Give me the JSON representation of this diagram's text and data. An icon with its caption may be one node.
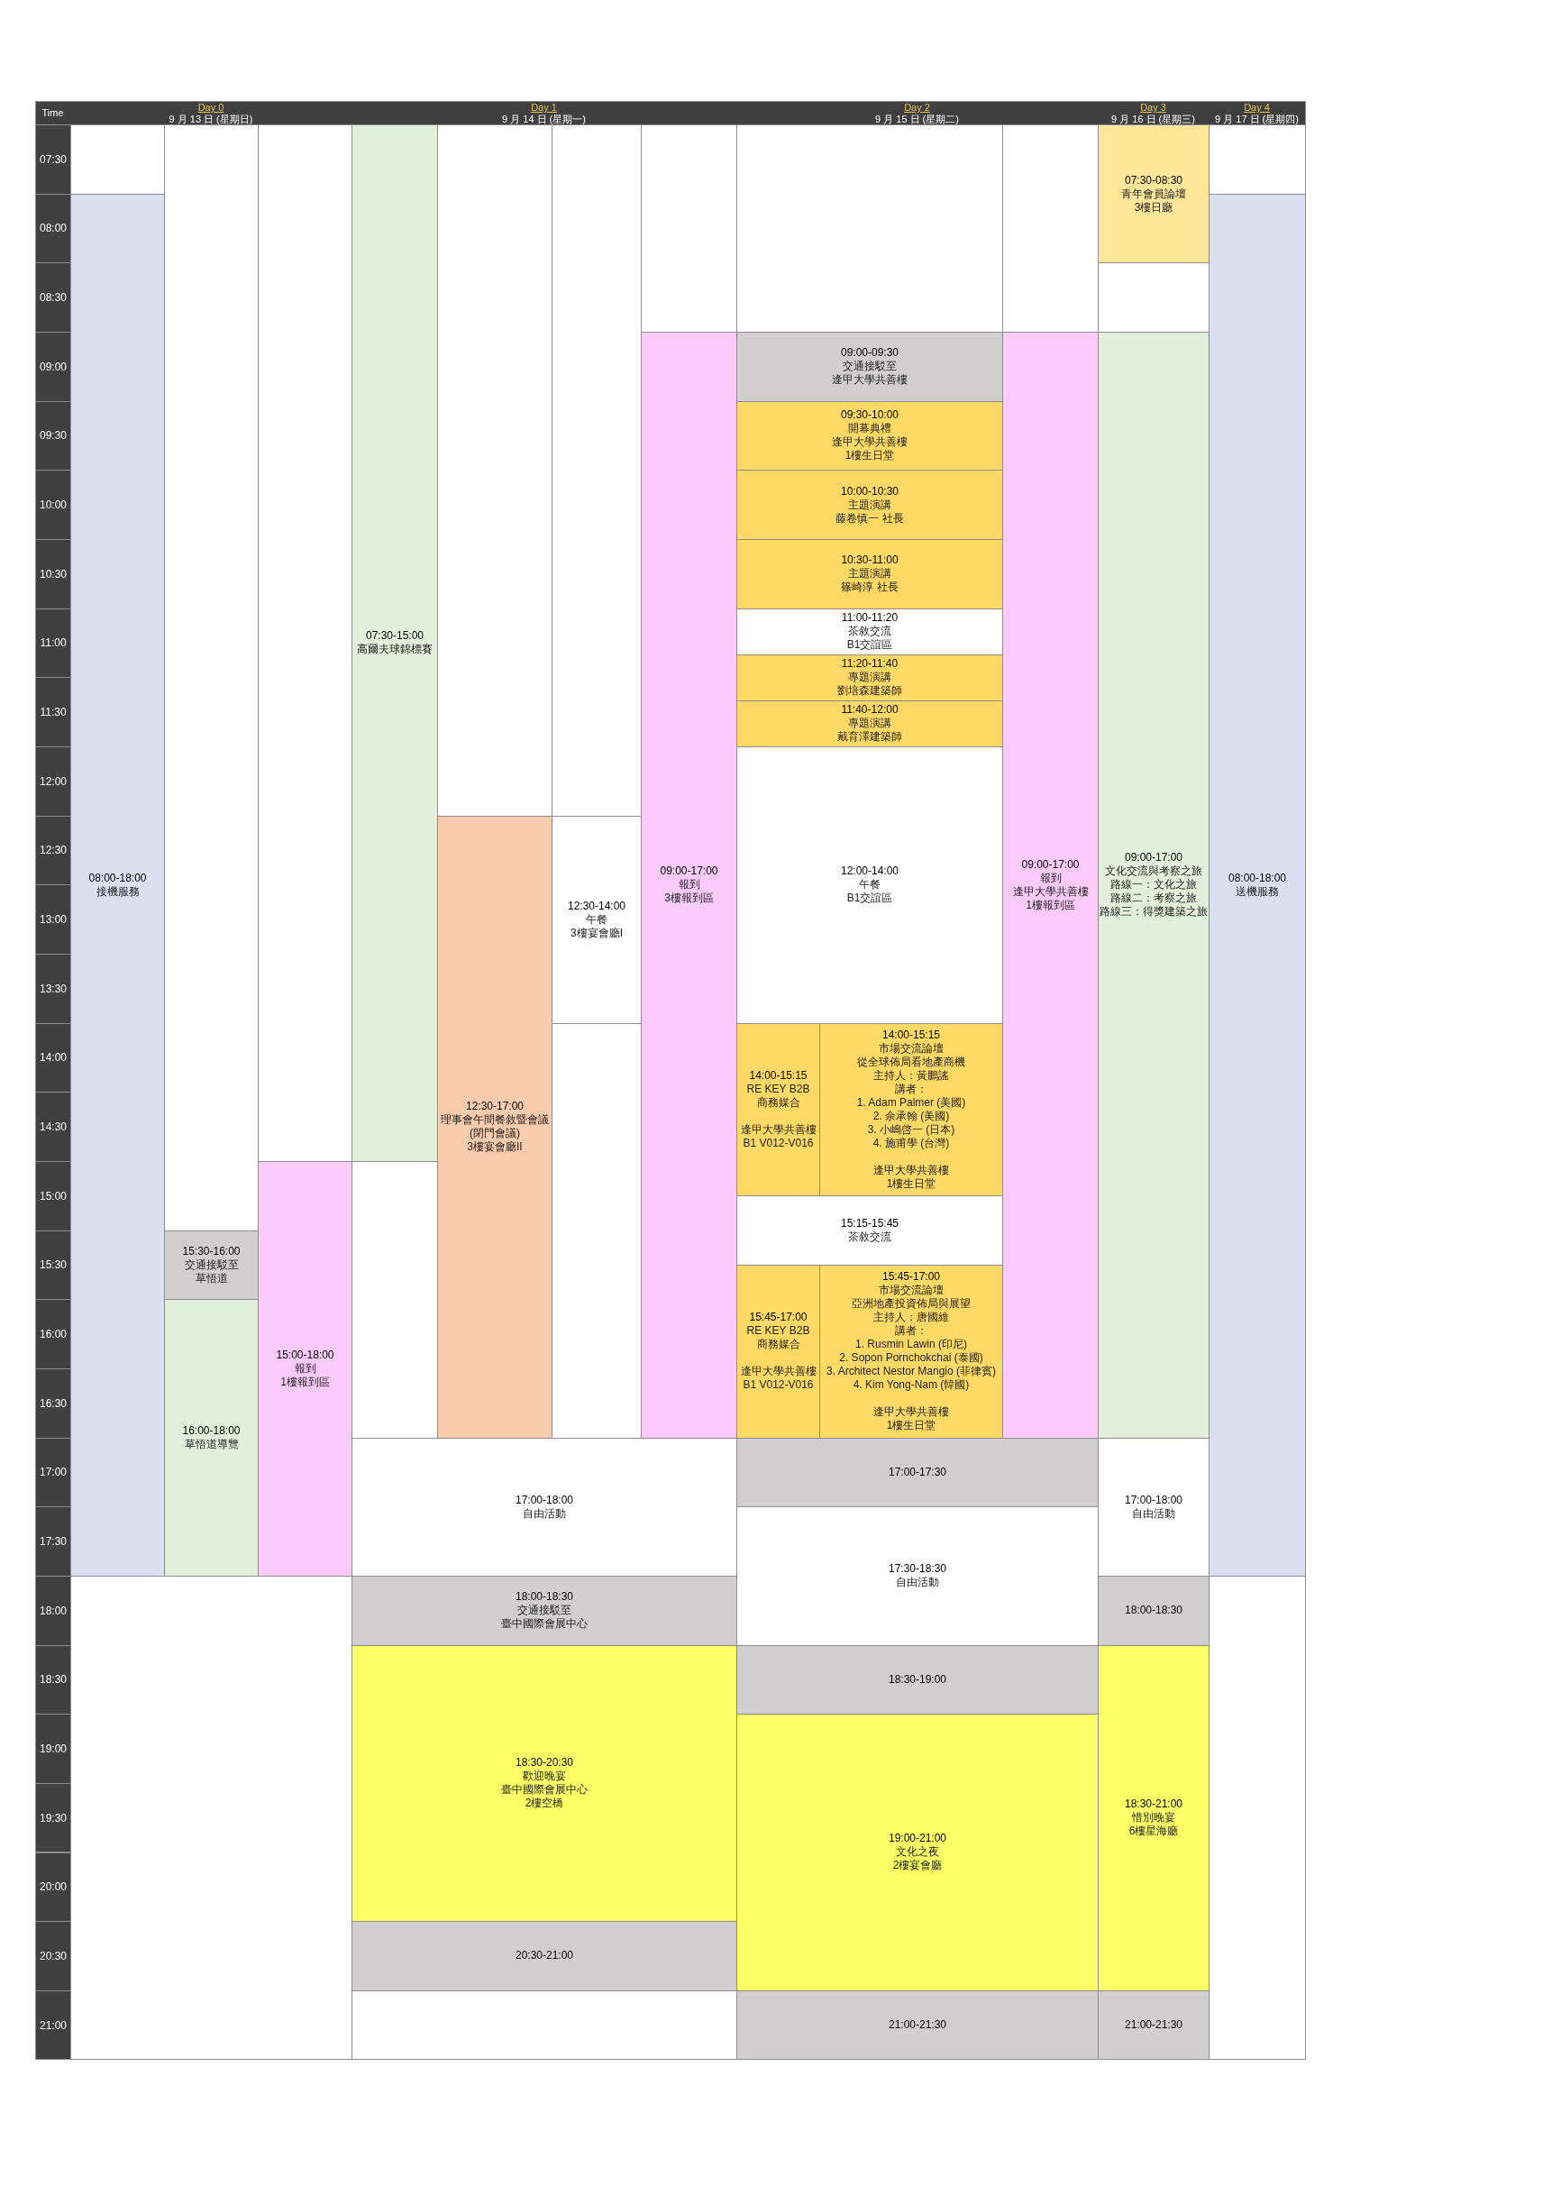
{
  "diagram": {
    "nodes": [
      {
        "text": [
          "07:30-15:00",
          "高爾夫球錦標賽"
        ]
      },
      {
        "text": [
          "07:30-08:30",
          "青年會員論壇",
          "3樓日廳"
        ]
      },
      {
        "text": [
          "08:00-18:00",
          "接機服務"
        ]
      },
      {
        "text": [
          "08:00-18:00",
          "送機服務"
        ]
      },
      {
        "text": [
          "09:00-17:00",
          "報到",
          "3樓報到區"
        ]
      },
      {
        "text": [
          "09:00-09:30",
          "交通接駁至",
          "逢甲大學共善樓"
        ]
      },
      {
        "text": [
          "09:00-17:00",
          "報到",
          "逢甲大學共善樓",
          "1樓報到區"
        ]
      },
      {
        "text": [
          "09:00-17:00",
          "文化交流與考察之旅",
          "路線一：文化之旅",
          "路線二：考察之旅",
          "路線三：得獎建築之旅"
        ]
      },
      {
        "text": [
          "09:30-10:00",
          "開幕典禮",
          "逢甲大學共善樓",
          "1樓生日堂"
        ]
      },
      {
        "text": [
          "10:00-10:30",
          "主題演講",
          "藤卷慎一 社長"
        ]
      },
      {
        "text": [
          "10:30-11:00",
          "主題演講",
          "篠崎淳 社長"
        ]
      },
      {
        "text": [
          "11:00-11:20",
          "茶敘交流",
          "B1交誼區"
        ]
      },
      {
        "text": [
          "11:20-11:40",
          "專題演講",
          "劉培森建築師"
        ]
      },
      {
        "text": [
          "11:40-12:00",
          "專題演講",
          "戴育澤建築師"
        ]
      },
      {
        "text": [
          "12:00-14:00",
          "午餐",
          "B1交誼區"
        ]
      },
      {
        "text": [
          "12:30-17:00",
          "理事會午間餐敘暨會議",
          "(閉門會議)",
          "3樓宴會廳II"
        ]
      },
      {
        "text": [
          "12:30-14:00",
          "午餐",
          "3樓宴會廳I"
        ]
      },
      {
        "text": [
          "14:00-15:15",
          "RE KEY B2B",
          "商務媒合",
          "逢甲大學共善樓",
          "B1 V012-V016"
        ]
      },
      {
        "text": [
          "14:00-15:15",
          "市場交流論壇",
          "從全球佈局看地產商機",
          "主持人：黃鵬謠",
          "講者：",
          "1. Adam Palmer (美國)",
          "2. 余承翰 (美國)",
          "3. 小嶋啓一 (日本)",
          "4. 施甫學 (台灣)",
          "逢甲大學共善樓",
          "1樓生日堂"
        ]
      },
      {
        "text": [
          "15:00-18:00",
          "報到",
          "1樓報到區"
        ]
      },
      {
        "text": [
          "15:15-15:45",
          "茶敘交流"
        ]
      },
      {
        "text": [
          "15:30-16:00",
          "交通接駁至",
          "草悟道"
        ]
      },
      {
        "text": [
          "15:45-17:00",
          "RE KEY B2B",
          "商務媒合",
          "逢甲大學共善樓",
          "B1 V012-V016"
        ]
      },
      {
        "text": [
          "15:45-17:00",
          "市場交流論壇",
          "亞洲地產投資佈局與展望",
          "主持人：唐國維",
          "講者：",
          "1. Rusmin Lawin (印尼)",
          "2. Sopon Pornchokchai (泰國)",
          "3. Architect Nestor Mangio (菲律賓)",
          "4. Kim Yong-Nam (韓國)",
          "逢甲大學共善樓",
          "1樓生日堂"
        ]
      },
      {
        "text": [
          "16:00-18:00",
          "草悟道導覽"
        ]
      },
      {
        "text": [
          "17:00-18:00",
          "自由活動"
        ]
      },
      {
        "text": [
          "17:00-17:30"
        ]
      },
      {
        "text": [
          "17:00-18:00",
          "自由活動"
        ]
      },
      {
        "text": [
          "17:30-18:30",
          "自由活動"
        ]
      },
      {
        "text": [
          "18:00-18:30",
          "交通接駁至",
          "臺中國際會展中心"
        ]
      },
      {
        "text": [
          "18:00-18:30"
        ]
      },
      {
        "text": [
          "18:30-20:30",
          "歡迎晚宴",
          "臺中國際會展中心",
          "2樓空橋"
        ]
      },
      {
        "text": [
          "18:30-19:00"
        ]
      },
      {
        "text": [
          "18:30-21:00",
          "惜別晚宴",
          "6樓星海廳"
        ]
      },
      {
        "text": [
          "19:00-21:00",
          "文化之夜",
          "2樓宴會廳"
        ]
      },
      {
        "text": [
          "20:30-21:00"
        ]
      },
      {
        "text": [
          "21:00-21:30"
        ]
      },
      {
        "text": [
          "21:00-21:30"
        ]
      }
    ],
    "labels": [
      "Time",
      "Day 0",
      "9 月 13 日 (星期日)",
      "Day 1",
      "9 月 14 日 (星期一)",
      "Day 2",
      "9 月 15 日 (星期二)",
      "Day 3",
      "9 月 16 日 (星期三)",
      "Day 4",
      "9 月 17 日 (星期四)",
      "07:30",
      "08:00",
      "08:30",
      "09:00",
      "09:30",
      "10:00",
      "10:30",
      "11:00",
      "11:30",
      "12:00",
      "12:30",
      "13:00",
      "13:30",
      "14:00",
      "14:30",
      "15:00",
      "15:30",
      "16:00",
      "16:30",
      "17:00",
      "17:30",
      "18:00",
      "18:30",
      "19:00",
      "19:30",
      "20:00",
      "20:30",
      "21:00"
    ]
  }
}
